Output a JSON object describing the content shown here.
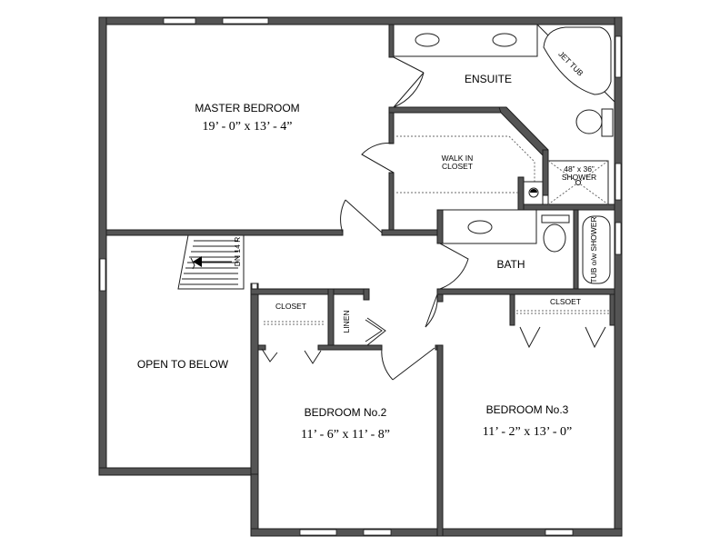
{
  "rooms": {
    "master": {
      "name": "MASTER BEDROOM",
      "dims": "19’ - 0” x 13’ - 4”"
    },
    "ensuite": {
      "name": "ENSUITE"
    },
    "jet_tub": {
      "name": "JET TUB"
    },
    "walk_in": {
      "line1": "WALK IN",
      "line2": "CLOSET"
    },
    "shower": {
      "line1": "48” x 36”",
      "line2": "SHOWER"
    },
    "bath": {
      "name": "BATH"
    },
    "tub_shower": {
      "name": "TUB o/w SHOWER"
    },
    "stairs": {
      "name": "DN 14 R"
    },
    "open_below": {
      "name": "OPEN TO BELOW"
    },
    "closet2": {
      "name": "CLOSET"
    },
    "linen": {
      "name": "LINEN"
    },
    "closet3": {
      "name": "CLSOET"
    },
    "bedroom2": {
      "name": "BEDROOM No.2",
      "dims": "11’ - 6” x 11’ - 8”"
    },
    "bedroom3": {
      "name": "BEDROOM No.3",
      "dims": "11’ - 2” x 13’ - 0”"
    }
  }
}
